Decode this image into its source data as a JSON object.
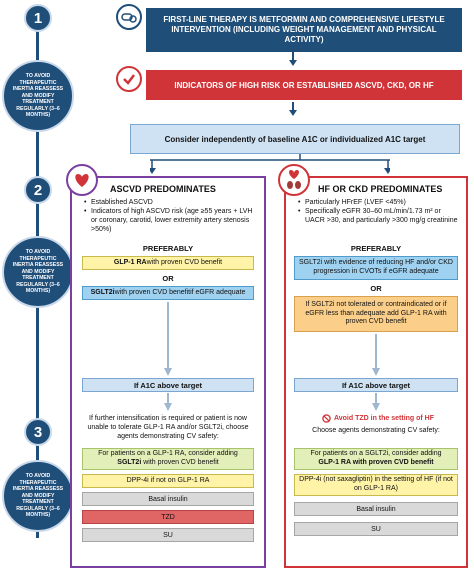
{
  "rail": {
    "step1": "1",
    "step2": "2",
    "step3": "3",
    "note1": "TO AVOID THERAPEUTIC INERTIA REASSESS AND MODIFY TREATMENT REGULARLY (3–6 MONTHS)",
    "note2": "TO AVOID THERAPEUTIC INERTIA REASSESS AND MODIFY TREATMENT REGULARLY (3–6 MONTHS)",
    "note3": "TO AVOID THERAPEUTIC INERTIA REASSESS AND MODIFY TREATMENT REGULARLY (3–6 MONTHS)"
  },
  "top": {
    "first_line": "FIRST-LINE THERAPY IS METFORMIN AND COMPREHENSIVE LIFESTYLE INTERVENTION (INCLUDING WEIGHT MANAGEMENT AND PHYSICAL ACTIVITY)",
    "indicators": "INDICATORS OF HIGH RISK OR ESTABLISHED ASCVD, CKD, OR HF",
    "consider": "Consider independently of baseline A1C or individualized A1C target"
  },
  "left": {
    "title": "ASCVD PREDOMINATES",
    "items": [
      "Established ASCVD",
      "Indicators of high ASCVD risk (age ≥55 years + LVH or coronary, carotid, lower extremity artery stenosis >50%)"
    ],
    "preferably": "PREFERABLY",
    "glp1": "GLP-1 RA",
    "glp1_rest": " with proven CVD benefit",
    "or": "OR",
    "sglt2": "SGLT2i",
    "sglt2_rest": " with proven CVD benefit",
    "sglt2_tail": " if eGFR adequate",
    "if_above": "If A1C above target",
    "further": "If further intensification is required or patient is now unable to tolerate GLP-1 RA and/or SGLT2i, choose agents demonstrating CV safety:",
    "green_line1": "For patients on a GLP-1 RA, consider adding",
    "green_line2": "SGLT2i",
    "green_line3": " with proven CVD benefit",
    "dpp4": "DPP-4i if not on GLP-1 RA",
    "basal": "Basal insulin",
    "tzd": "TZD",
    "su": "SU"
  },
  "right": {
    "title": "HF OR CKD PREDOMINATES",
    "items": [
      "Particularly HFrEF (LVEF <45%)",
      "Specifically eGFR 30–60 mL/min/1.73 m² or UACR >30, and particularly >300 mg/g creatinine"
    ],
    "preferably": "PREFERABLY",
    "sglt2": "SGLT2i with evidence of reducing HF and/or CKD progression in CVOTs if eGFR adequate",
    "or": "OR",
    "orange": "If SGLT2i not tolerated or contraindicated or if eGFR less than adequate add GLP-1 RA with proven CVD benefit",
    "if_above": "If A1C above target",
    "avoid": "Avoid TZD in the setting of HF",
    "choose": "Choose agents demonstrating CV safety:",
    "green_line1": "For patients on a SGLT2i, consider adding",
    "green_line2": "GLP-1 RA with proven CVD benefit",
    "dpp4": "DPP-4i (not saxagliptin) in the setting of HF (if not on GLP-1 RA)",
    "basal": "Basal insulin",
    "su": "SU"
  },
  "colors": {
    "navy": "#1f4e79",
    "red": "#d13438",
    "purple": "#7b3fa0",
    "yellow": "#fff3a8",
    "blue": "#9fd1f0",
    "orange": "#fbcf8a",
    "green": "#e2efb9"
  },
  "icons": [
    "pill-icon",
    "checkmark-icon",
    "heart-icon",
    "heart-kidney-icon",
    "arrow-down-icon",
    "no-symbol-icon"
  ]
}
